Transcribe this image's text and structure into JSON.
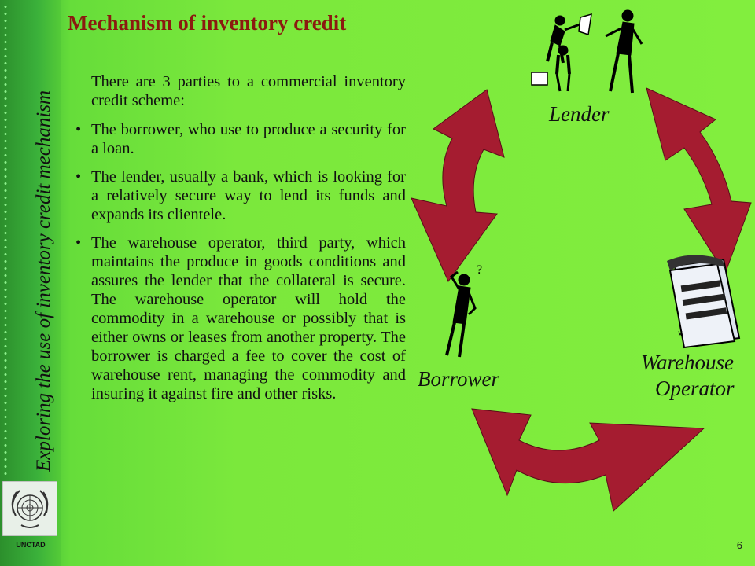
{
  "sidebar": {
    "vertical_title": "Exploring the use of inventory credit mechanism",
    "logo_icon": "un-emblem-icon",
    "org_label": "UNCTAD"
  },
  "slide": {
    "title": "Mechanism of inventory credit",
    "intro": "There are 3 parties to a commercial inventory credit scheme:",
    "bullets": [
      "The borrower, who use to produce a security for a loan.",
      "The lender, usually a bank, which is looking for a relatively secure way to lend its funds and expands its clientele.",
      "The warehouse operator, third party, which maintains the produce in goods conditions and assures the lender that the collateral is secure. The warehouse operator will hold the commodity in a warehouse or possibly that is either owns or leases from another property.  The borrower is charged a fee to cover the cost of warehouse rent, managing the commodity and insuring it against fire and other risks."
    ],
    "page_number": "6"
  },
  "diagram": {
    "lender_label": "Lender",
    "borrower_label": "Borrower",
    "warehouse_label_line1": "Warehouse",
    "warehouse_label_line2": "Operator",
    "arrow_color": "#a51c30",
    "icons": [
      "people-meeting-icon",
      "thinking-person-icon",
      "document-icon"
    ]
  }
}
